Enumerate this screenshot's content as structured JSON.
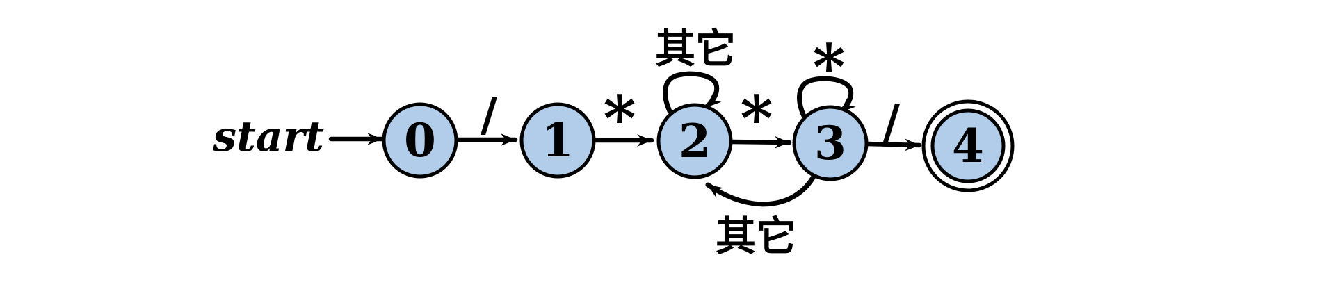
{
  "diagram": {
    "type": "finite-state-automaton",
    "start_label": "start",
    "states": [
      {
        "label": "0",
        "accepting": false
      },
      {
        "label": "1",
        "accepting": false
      },
      {
        "label": "2",
        "accepting": false
      },
      {
        "label": "3",
        "accepting": false
      },
      {
        "label": "4",
        "accepting": true
      }
    ],
    "transitions": [
      {
        "from": "start",
        "to": "0",
        "label": ""
      },
      {
        "from": "0",
        "to": "1",
        "label": "/"
      },
      {
        "from": "1",
        "to": "2",
        "label": "*"
      },
      {
        "from": "2",
        "to": "2",
        "label": "其它"
      },
      {
        "from": "2",
        "to": "3",
        "label": "*"
      },
      {
        "from": "3",
        "to": "3",
        "label": "*"
      },
      {
        "from": "3",
        "to": "2",
        "label": "其它"
      },
      {
        "from": "3",
        "to": "4",
        "label": "/"
      }
    ],
    "colors": {
      "state_fill": "#b2cde9",
      "stroke": "#000000",
      "background": "#ffffff"
    }
  }
}
